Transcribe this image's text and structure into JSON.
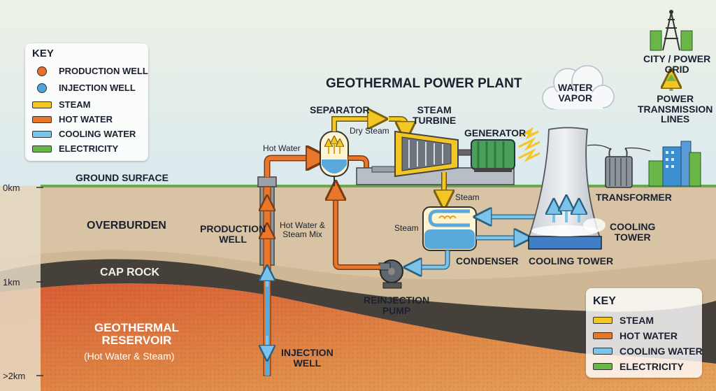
{
  "title": "GEOTHERMAL POWER PLANT",
  "labels": {
    "ground_surface": "GROUND SURFACE",
    "overburden": "OVERBURDEN",
    "cap_rock": "CAP ROCK",
    "reservoir_title": "GEOTHERMAL\nRESERVOIR",
    "reservoir_sub": "(Hot Water & Steam)",
    "production_well": "PRODUCTION\nWELL",
    "hot_water_steam_mix": "Hot Water &\nSteam Mix",
    "injection_well": "INJECTION\nWELL",
    "hot_water": "Hot Water",
    "separator": "SEPARATOR",
    "dry_steam": "Dry Steam",
    "steam_turbine": "STEAM\nTURBINE",
    "generator": "GENERATOR",
    "steam_right": "Steam",
    "steam_left": "Steam",
    "condenser": "CONDENSER",
    "reinjection_pump": "REINJECTION\nPUMP",
    "cooling_tower_bottom": "COOLING TOWER",
    "cooling_tower_right": "COOLING\nTOWER",
    "water_vapor": "WATER\nVAPOR",
    "transformer": "TRANSFORMER",
    "power_lines": "POWER\nTRANSMISSION\nLINES",
    "city_grid": "CITY / POWER\nGRID"
  },
  "depths": [
    "0km",
    "1km",
    ">2km"
  ],
  "key_left": {
    "title": "KEY",
    "items": [
      {
        "label": "PRODUCTION WELL",
        "kind": "dot",
        "color": "#e8702a"
      },
      {
        "label": "INJECTION WELL",
        "kind": "dot",
        "color": "#49a6dd"
      },
      {
        "label": "STEAM",
        "kind": "bar",
        "color": "#f3c623"
      },
      {
        "label": "HOT WATER",
        "kind": "bar",
        "color": "#e8772c"
      },
      {
        "label": "COOLING WATER",
        "kind": "bar",
        "color": "#7cc3ea"
      },
      {
        "label": "ELECTRICITY",
        "kind": "bar",
        "color": "#6ab648"
      }
    ]
  },
  "key_right": {
    "title": "KEY",
    "items": [
      {
        "label": "STEAM",
        "color": "#f3c623"
      },
      {
        "label": "HOT WATER",
        "color": "#e8772c"
      },
      {
        "label": "COOLING WATER",
        "color": "#7cc3ea"
      },
      {
        "label": "ELECTRICITY",
        "color": "#6ab648"
      }
    ]
  },
  "colors": {
    "steam": "#f3c623",
    "hot_water": "#e8772c",
    "cooling_water": "#7cc3ea",
    "electricity": "#6ab648",
    "ground_line": "#6aa84f",
    "cap_rock": "#45403c",
    "reservoir": "#d8693a"
  }
}
